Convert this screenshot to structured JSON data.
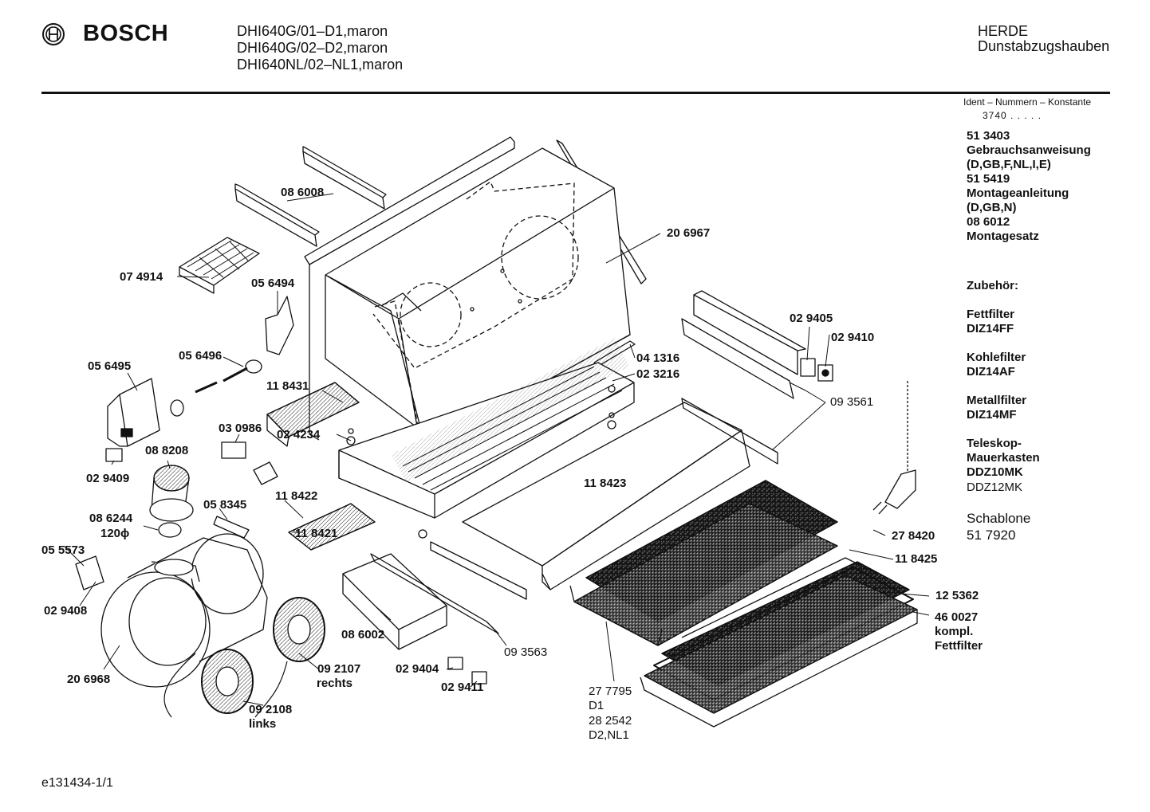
{
  "header": {
    "brand": "BOSCH",
    "models": [
      "DHI640G/01–D1,maron",
      "DHI640G/02–D2,maron",
      "DHI640NL/02–NL1,maron"
    ],
    "category": [
      "HERDE",
      "Dunstabzugshauben"
    ]
  },
  "sidebar": {
    "ident_title": "Ident – Nummern – Konstante",
    "ident_value": "3740 . . . . .",
    "docs": [
      {
        "text": "51 3403",
        "bold": true
      },
      {
        "text": "Gebrauchsanweisung",
        "bold": true
      },
      {
        "text": "(D,GB,F,NL,I,E)",
        "bold": true
      },
      {
        "text": "51 5419",
        "bold": true
      },
      {
        "text": "Montageanleitung",
        "bold": true
      },
      {
        "text": "(D,GB,N)",
        "bold": true
      },
      {
        "text": "08 6012",
        "bold": true
      },
      {
        "text": "Montagesatz",
        "bold": true
      }
    ],
    "zubehoer_title": "Zubehör:",
    "accessories": [
      {
        "name": "Fettfilter",
        "code": "DIZ14FF"
      },
      {
        "name": "Kohlefilter",
        "code": "DIZ14AF"
      },
      {
        "name": "Metallfilter",
        "code": "DIZ14MF"
      }
    ],
    "telescope": [
      "Teleskop-",
      "Mauerkasten",
      "DDZ10MK"
    ],
    "telescope_alt": "DDZ12MK",
    "schablone_title": "Schablone",
    "schablone_code": "51 7920"
  },
  "labels": [
    {
      "text": "08 6008",
      "bold": true
    },
    {
      "text": "20 6967",
      "bold": true
    },
    {
      "text": "07 4914",
      "bold": true
    },
    {
      "text": "05 6494",
      "bold": true
    },
    {
      "text": "05 6496",
      "bold": true
    },
    {
      "text": "05 6495",
      "bold": true
    },
    {
      "text": "11 8431",
      "bold": true
    },
    {
      "text": "04 1316",
      "bold": true
    },
    {
      "text": "02 3216",
      "bold": true
    },
    {
      "text": "02 9405",
      "bold": true
    },
    {
      "text": "02 9410",
      "bold": true
    },
    {
      "text": "09 3561",
      "bold": false
    },
    {
      "text": "03 0986",
      "bold": true
    },
    {
      "text": "02 4234",
      "bold": true
    },
    {
      "text": "08 8208",
      "bold": true
    },
    {
      "text": "02 9409",
      "bold": true
    },
    {
      "text": "11 8423",
      "bold": true
    },
    {
      "text": "05 8345",
      "bold": true
    },
    {
      "text": "11 8422",
      "bold": true
    },
    {
      "text": "08 6244",
      "bold": true
    },
    {
      "text": "120ϕ",
      "bold": true
    },
    {
      "text": "11 8421",
      "bold": true
    },
    {
      "text": "27 8420",
      "bold": true
    },
    {
      "text": "05 5573",
      "bold": true
    },
    {
      "text": "11 8425",
      "bold": true
    },
    {
      "text": "12 5362",
      "bold": true
    },
    {
      "text": "02 9408",
      "bold": true
    },
    {
      "text": "46 0027",
      "bold": true
    },
    {
      "text": "kompl.",
      "bold": true
    },
    {
      "text": "Fettfilter",
      "bold": true
    },
    {
      "text": "08 6002",
      "bold": true
    },
    {
      "text": "09 3563",
      "bold": false
    },
    {
      "text": "09 2107",
      "bold": true
    },
    {
      "text": "rechts",
      "bold": true
    },
    {
      "text": "02 9404",
      "bold": true
    },
    {
      "text": "02 9411",
      "bold": true
    },
    {
      "text": "20 6968",
      "bold": true
    },
    {
      "text": "27 7795",
      "bold": false
    },
    {
      "text": "D1",
      "bold": false
    },
    {
      "text": "28 2542",
      "bold": false
    },
    {
      "text": "D2,NL1",
      "bold": false
    },
    {
      "text": "09 2108",
      "bold": true
    },
    {
      "text": "links",
      "bold": true
    }
  ],
  "footer": {
    "code": "e131434-1/1"
  }
}
